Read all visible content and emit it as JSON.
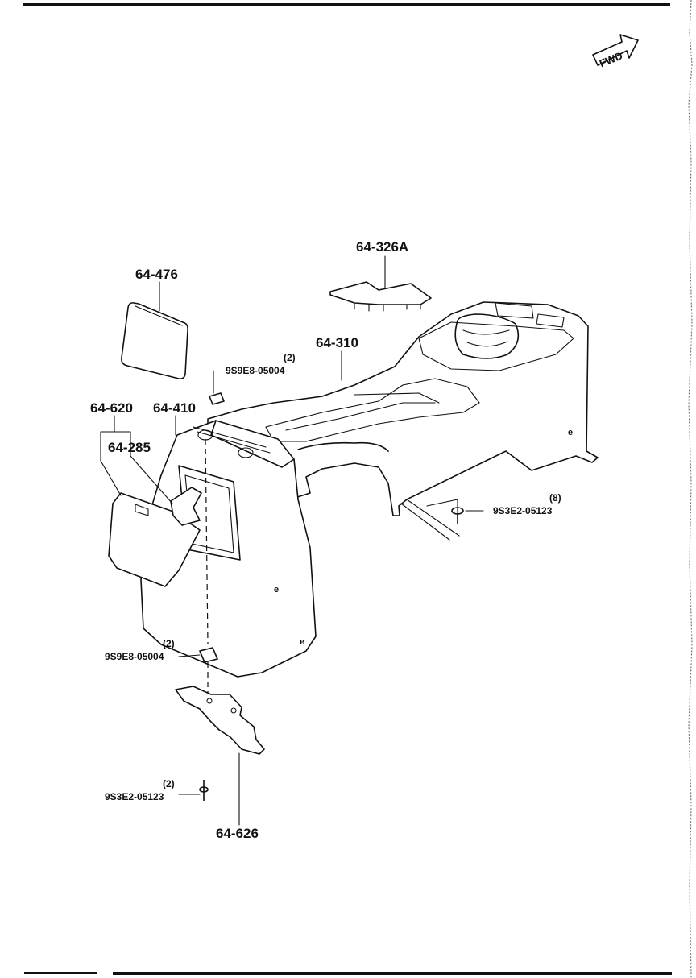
{
  "fwd_badge": {
    "text": "FWD"
  },
  "parts": {
    "p_64_326A": "64-326A",
    "p_64_476": "64-476",
    "p_64_310": "64-310",
    "p_64_620": "64-620",
    "p_64_410": "64-410",
    "p_64_285": "64-285",
    "p_64_626": "64-626"
  },
  "fasteners": {
    "clip_upper": {
      "qty": "(2)",
      "code": "9S9E8-05004"
    },
    "screw_right": {
      "qty": "(8)",
      "code": "9S3E2-05123"
    },
    "clip_lower": {
      "qty": "(2)",
      "code": "9S9E8-05004"
    },
    "screw_lower": {
      "qty": "(2)",
      "code": "9S3E2-05123"
    }
  }
}
